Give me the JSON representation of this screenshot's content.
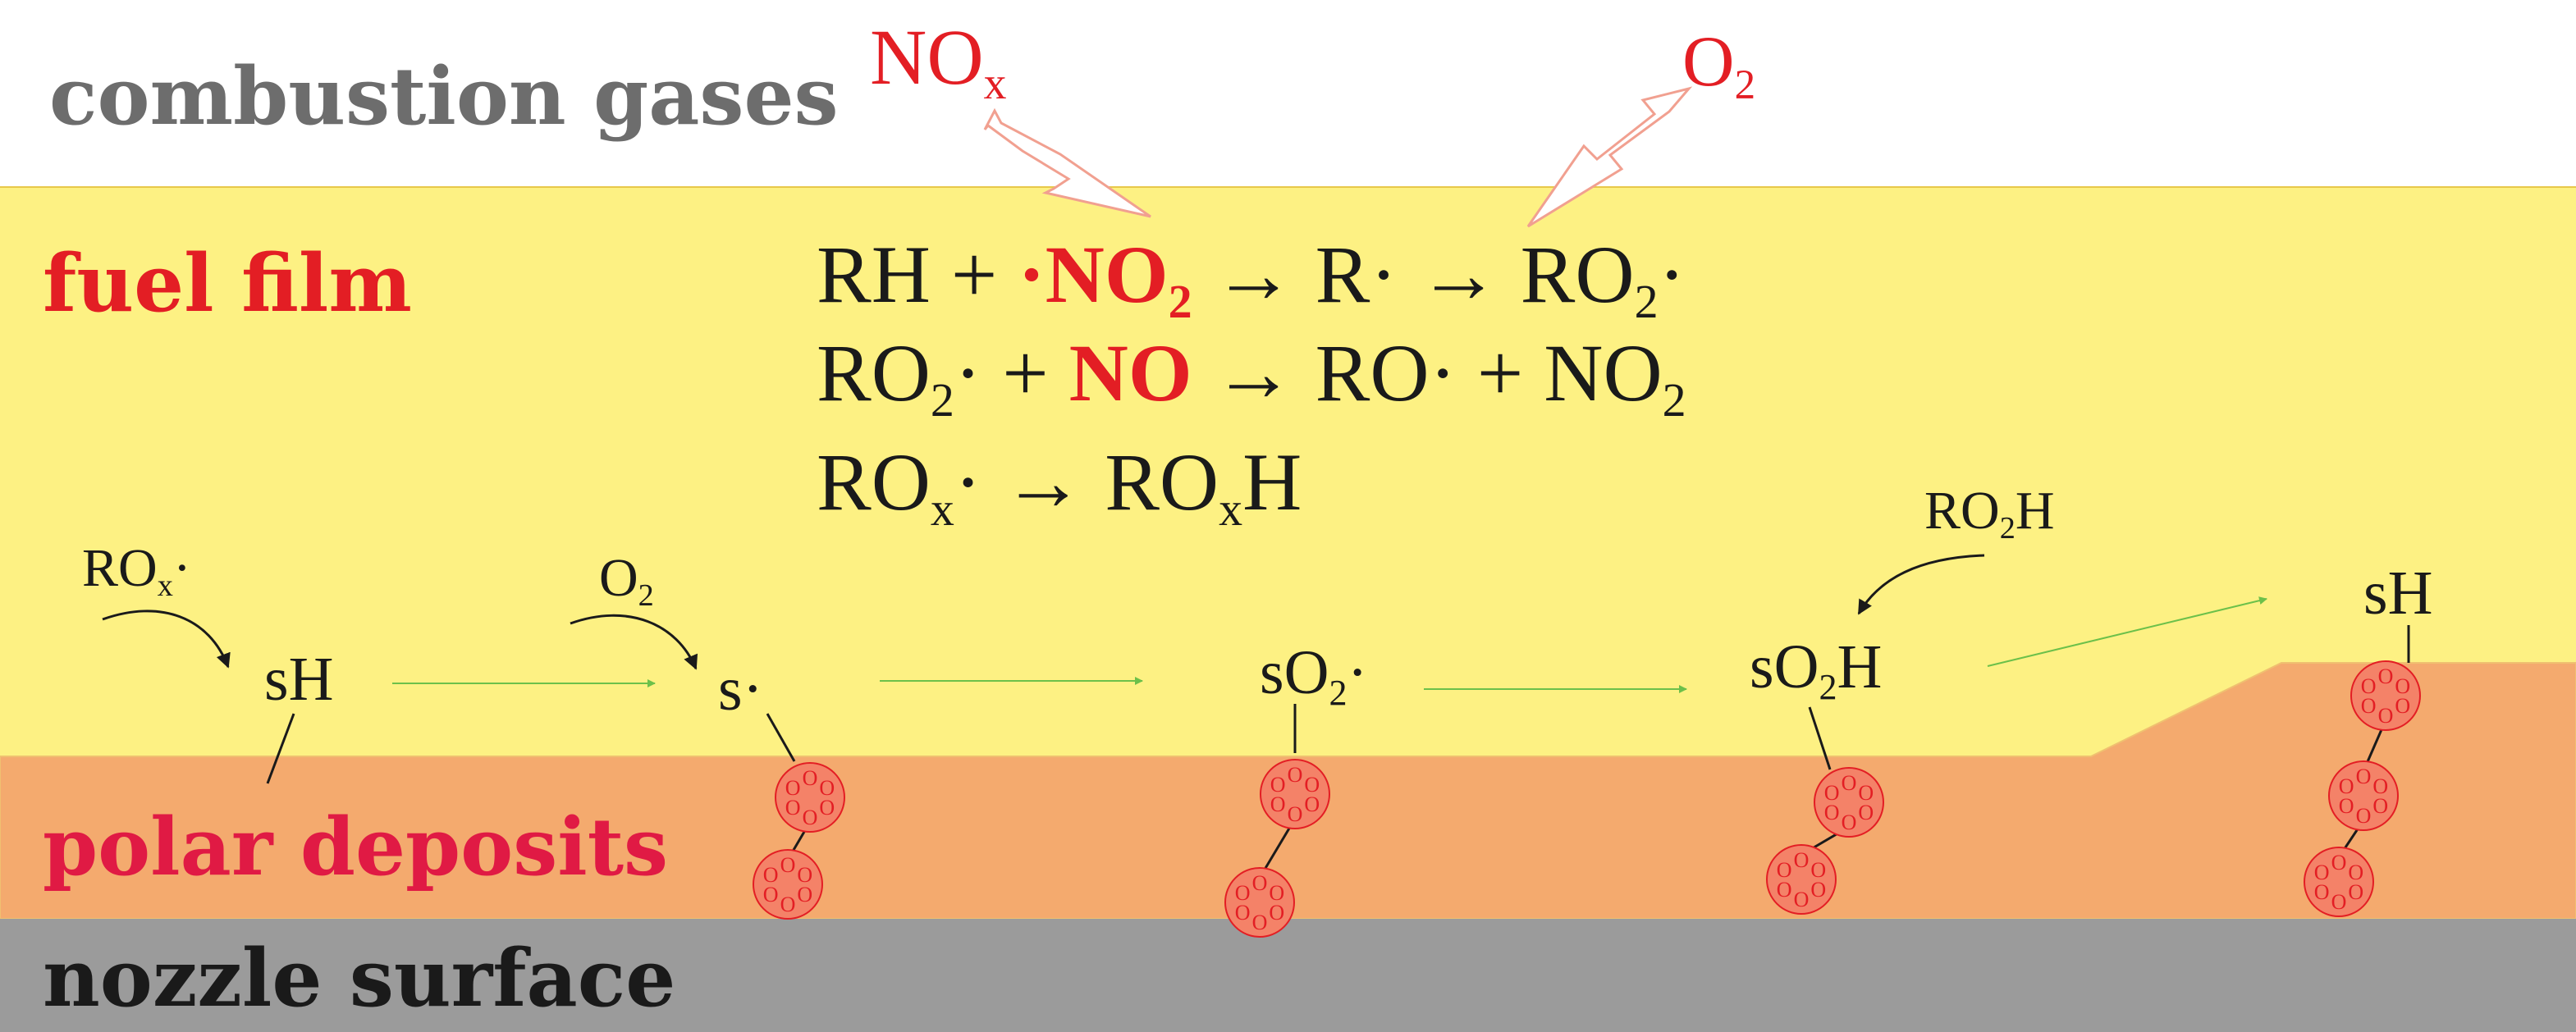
{
  "layers": {
    "combustion": "combustion gases",
    "fuel": "fuel film",
    "polar": "polar deposits",
    "nozzle": "nozzle surface"
  },
  "inputs": {
    "nox_main": "NO",
    "nox_sub": "x",
    "o2_main": "O",
    "o2_sub": "2"
  },
  "equations": {
    "eq1": {
      "a": "RH + ",
      "b": "·NO",
      "b_sub": "2",
      "c": " → R· → RO",
      "c_sub": "2",
      "d": "·"
    },
    "eq2": {
      "a": "RO",
      "a_sub": "2",
      "b": "· + ",
      "c": "NO",
      "d": " → RO· + NO",
      "d_sub": "2"
    },
    "eq3": {
      "a": "RO",
      "a_sub": "x",
      "b": "· → RO",
      "b_sub": "x",
      "c": "H"
    }
  },
  "species": {
    "rox_main": "RO",
    "rox_sub": "x",
    "rox_tail": "·",
    "sh1": "sH",
    "o2_main": "O",
    "o2_sub": "2",
    "s_rad": "s·",
    "so2_main": "sO",
    "so2_sub": "2",
    "so2_tail": "·",
    "ro2h_main": "RO",
    "ro2h_sub": "2",
    "ro2h_tail": "H",
    "so2h_main": "sO",
    "so2h_sub": "2",
    "so2h_tail": "H",
    "sh2": "sH"
  },
  "ring_atom_label": "O",
  "colors": {
    "combustion_bg": "#ffffff",
    "fuel_bg": "#fdf183",
    "polar_bg": "#f4aa6e",
    "nozzle_bg": "#9b9b9b",
    "gray_text": "#6d6d6d",
    "red_text": "#e31e24",
    "crimson_text": "#e01a44",
    "dark_text": "#1a1a1a",
    "ring_fill": "#f48268",
    "ring_stroke": "#e31e24",
    "flow_arrow": "#6cc04a"
  }
}
